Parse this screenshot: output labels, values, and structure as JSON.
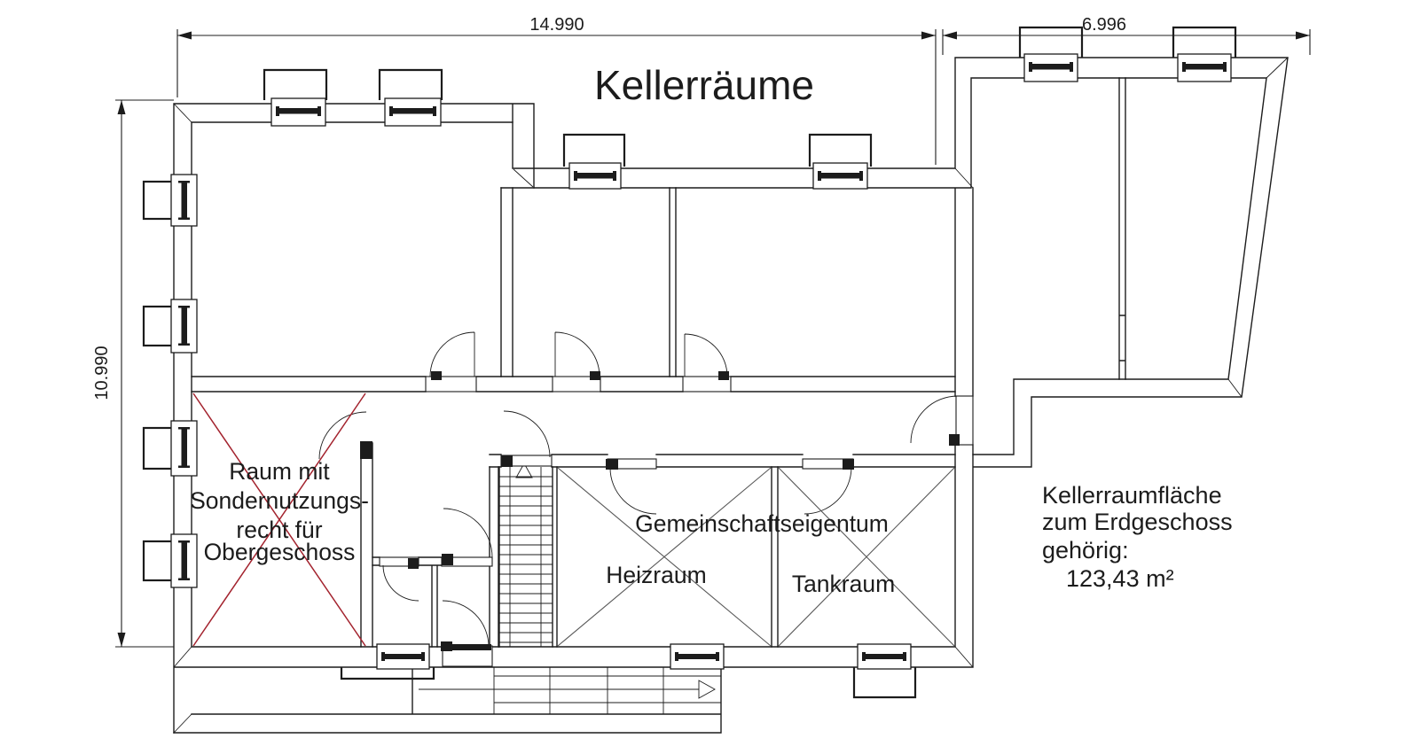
{
  "title": "Kellerräume",
  "dimensions": {
    "width_main": "14.990",
    "width_annex": "6.996",
    "height_left": "10.990"
  },
  "rooms": {
    "special_room": {
      "label_lines": [
        "Raum mit",
        "Sondernutzungs-",
        "recht für",
        "Obergeschoss"
      ]
    },
    "common_property": {
      "label": "Gemeinschaftseigentum"
    },
    "heating_room": {
      "label": "Heizraum"
    },
    "tank_room": {
      "label": "Tankraum"
    }
  },
  "annotation": {
    "line1": "Kellerraumfläche",
    "line2": "zum Erdgeschoss",
    "line3": "gehörig:",
    "area": "123,43 m²"
  },
  "colors": {
    "line": "#1c1c1c",
    "special_cross": "#a3232e",
    "common_cross": "#5a5a5a"
  }
}
